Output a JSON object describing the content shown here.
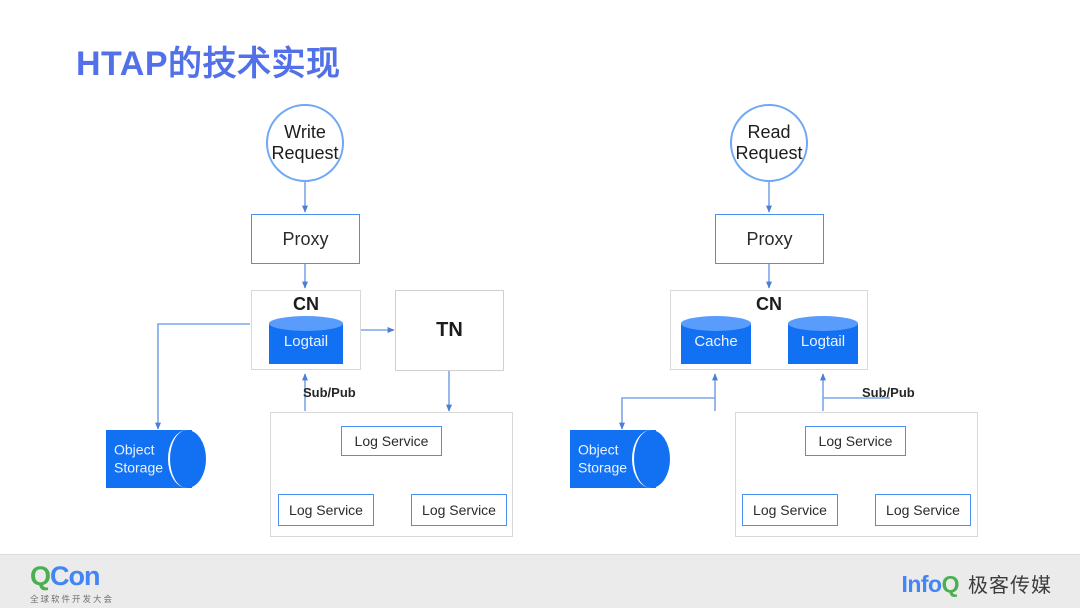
{
  "slide": {
    "title": "HTAP的技术实现",
    "title_color": "#5271e8",
    "background": "#ffffff"
  },
  "palette": {
    "accent_blue": "#4a90f0",
    "cylinder_blue": "#1271f2",
    "cylinder_top": "#5a9cfb",
    "connector": "#7ba7e8",
    "box_gray_border": "#d0d0d0"
  },
  "left_flow": {
    "name": "Write path",
    "request": "Write\nRequest",
    "request_line1": "Write",
    "request_line2": "Request",
    "proxy": "Proxy",
    "cn_label": "CN",
    "cn_cylinder": "Logtail",
    "tn_label": "TN",
    "object_storage_line1": "Object",
    "object_storage_line2": "Storage",
    "subpub_label": "Sub/Pub",
    "log_services": [
      "Log Service",
      "Log Service",
      "Log Service"
    ]
  },
  "right_flow": {
    "name": "Read path",
    "request": "Read\nRequest",
    "request_line1": "Read",
    "request_line2": "Request",
    "proxy": "Proxy",
    "cn_label": "CN",
    "cn_cylinders": [
      "Cache",
      "Logtail"
    ],
    "object_storage_line1": "Object",
    "object_storage_line2": "Storage",
    "subpub_label": "Sub/Pub",
    "log_services": [
      "Log Service",
      "Log Service",
      "Log Service"
    ]
  },
  "footer": {
    "qcon_q": "Q",
    "qcon_con": "Con",
    "qcon_subtitle": "全球软件开发大会",
    "infoq_info": "Info",
    "infoq_q": "Q",
    "infoq_cn": "极客传媒"
  }
}
